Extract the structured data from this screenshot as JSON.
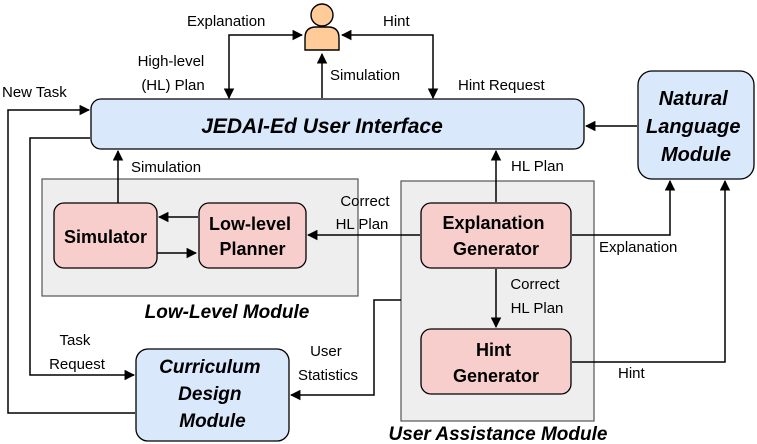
{
  "nodes": {
    "user_interface": "JEDAI-Ed User Interface",
    "nl_module": [
      "Natural",
      "Language",
      "Module"
    ],
    "simulator": "Simulator",
    "low_level_planner": [
      "Low-level",
      "Planner"
    ],
    "explanation_generator": [
      "Explanation",
      "Generator"
    ],
    "hint_generator": [
      "Hint",
      "Generator"
    ],
    "curriculum": [
      "Curriculum",
      "Design",
      "Module"
    ],
    "low_level_module": "Low-Level Module",
    "user_assistance_module": "User Assistance Module"
  },
  "edges": {
    "explanation_top": "Explanation",
    "hint_top": "Hint",
    "hl_plan_top": [
      "High-level",
      "(HL) Plan"
    ],
    "simulation_top": "Simulation",
    "hint_request": "Hint Request",
    "new_task": "New Task",
    "simulation_mid": "Simulation",
    "hl_plan_mid": "HL Plan",
    "correct_hl_plan_left": [
      "Correct",
      "HL Plan"
    ],
    "explanation_right": "Explanation",
    "correct_hl_plan_down": [
      "Correct",
      "HL Plan"
    ],
    "task_request": [
      "Task",
      "Request"
    ],
    "user_statistics": [
      "User",
      "Statistics"
    ],
    "hint_right": "Hint"
  },
  "colors": {
    "ui_fill": "#dae8fc",
    "nl_fill": "#dae8fc",
    "curriculum_fill": "#dae8fc",
    "inner_fill": "#f8cecc",
    "group_fill": "#eeeeee",
    "user_fill": "#ffcc99",
    "stroke": "#000000"
  }
}
